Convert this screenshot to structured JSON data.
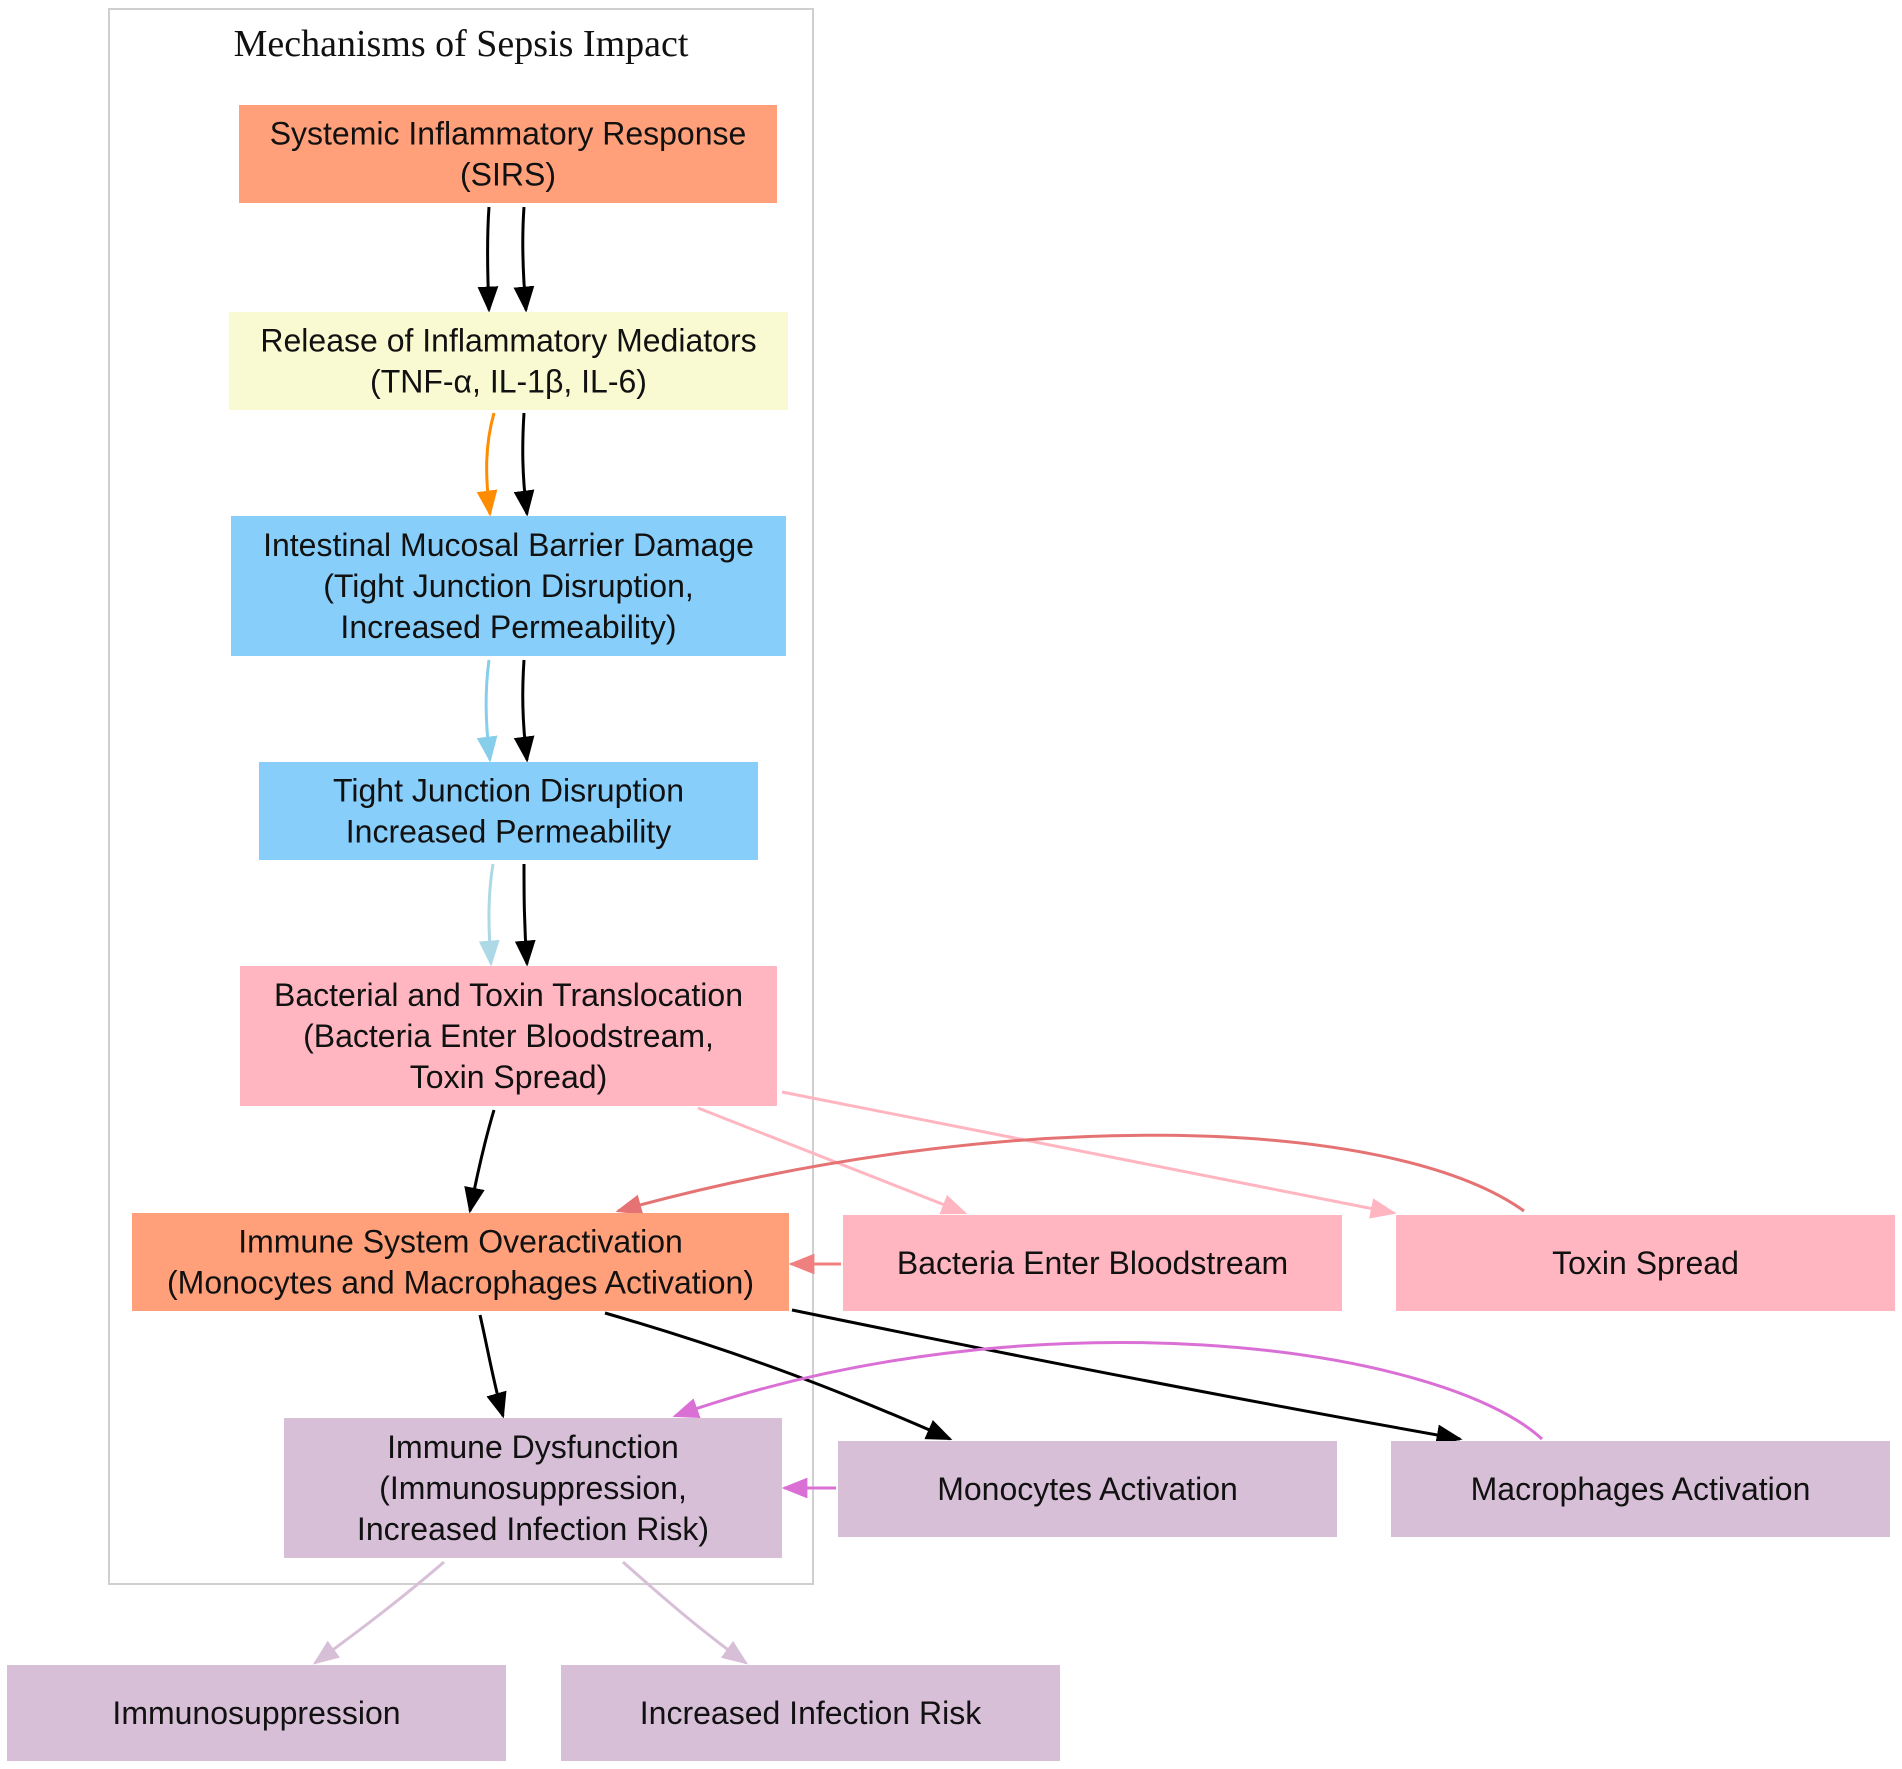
{
  "cluster": {
    "title": "Mechanisms of Sepsis Impact"
  },
  "nodes": {
    "sirs": {
      "lines": [
        "Systemic Inflammatory Response",
        "(SIRS)"
      ],
      "fill": "#FFA07A"
    },
    "mediators": {
      "lines": [
        "Release of Inflammatory Mediators",
        "(TNF-α, IL-1β, IL-6)"
      ],
      "fill": "#FAFAD2"
    },
    "barrier": {
      "lines": [
        "Intestinal Mucosal Barrier Damage",
        "(Tight Junction Disruption,",
        "Increased Permeability)"
      ],
      "fill": "#87CEFA"
    },
    "tight_junction": {
      "lines": [
        "Tight Junction Disruption",
        "Increased Permeability"
      ],
      "fill": "#87CEFA"
    },
    "translocation": {
      "lines": [
        "Bacterial and Toxin Translocation",
        "(Bacteria Enter Bloodstream,",
        "Toxin Spread)"
      ],
      "fill": "#FFB6C1"
    },
    "overactivation": {
      "lines": [
        "Immune System Overactivation",
        "(Monocytes and Macrophages Activation)"
      ],
      "fill": "#FFA07A"
    },
    "bloodstream": {
      "lines": [
        "Bacteria Enter Bloodstream"
      ],
      "fill": "#FFB6C1"
    },
    "toxin": {
      "lines": [
        "Toxin Spread"
      ],
      "fill": "#FFB6C1"
    },
    "dysfunction": {
      "lines": [
        "Immune Dysfunction",
        "(Immunosuppression,",
        "Increased Infection Risk)"
      ],
      "fill": "#D8BFD8"
    },
    "monocytes": {
      "lines": [
        "Monocytes Activation"
      ],
      "fill": "#D8BFD8"
    },
    "macrophages": {
      "lines": [
        "Macrophages Activation"
      ],
      "fill": "#D8BFD8"
    },
    "immunosuppression": {
      "lines": [
        "Immunosuppression"
      ],
      "fill": "#D8BFD8"
    },
    "infection_risk": {
      "lines": [
        "Increased Infection Risk"
      ],
      "fill": "#D8BFD8"
    }
  },
  "edges": [
    {
      "from": "sirs",
      "to": "mediators",
      "color": "#000000"
    },
    {
      "from": "sirs",
      "to": "mediators",
      "color": "#000000"
    },
    {
      "from": "mediators",
      "to": "barrier",
      "color": "#FF8C00"
    },
    {
      "from": "mediators",
      "to": "barrier",
      "color": "#000000"
    },
    {
      "from": "barrier",
      "to": "tight_junction",
      "color": "#87CEEB"
    },
    {
      "from": "barrier",
      "to": "tight_junction",
      "color": "#000000"
    },
    {
      "from": "tight_junction",
      "to": "translocation",
      "color": "#ADD8E6"
    },
    {
      "from": "tight_junction",
      "to": "translocation",
      "color": "#000000"
    },
    {
      "from": "translocation",
      "to": "overactivation",
      "color": "#000000"
    },
    {
      "from": "translocation",
      "to": "bloodstream",
      "color": "#FFB6C1"
    },
    {
      "from": "translocation",
      "to": "toxin",
      "color": "#FFB6C1"
    },
    {
      "from": "bloodstream",
      "to": "overactivation",
      "color": "#F08080"
    },
    {
      "from": "toxin",
      "to": "overactivation",
      "color": "#E57373"
    },
    {
      "from": "overactivation",
      "to": "dysfunction",
      "color": "#000000"
    },
    {
      "from": "overactivation",
      "to": "monocytes",
      "color": "#000000"
    },
    {
      "from": "overactivation",
      "to": "macrophages",
      "color": "#000000"
    },
    {
      "from": "monocytes",
      "to": "dysfunction",
      "color": "#DA70D6"
    },
    {
      "from": "macrophages",
      "to": "dysfunction",
      "color": "#DA70D6"
    },
    {
      "from": "dysfunction",
      "to": "immunosuppression",
      "color": "#D8BFD8"
    },
    {
      "from": "dysfunction",
      "to": "infection_risk",
      "color": "#D8BFD8"
    }
  ]
}
